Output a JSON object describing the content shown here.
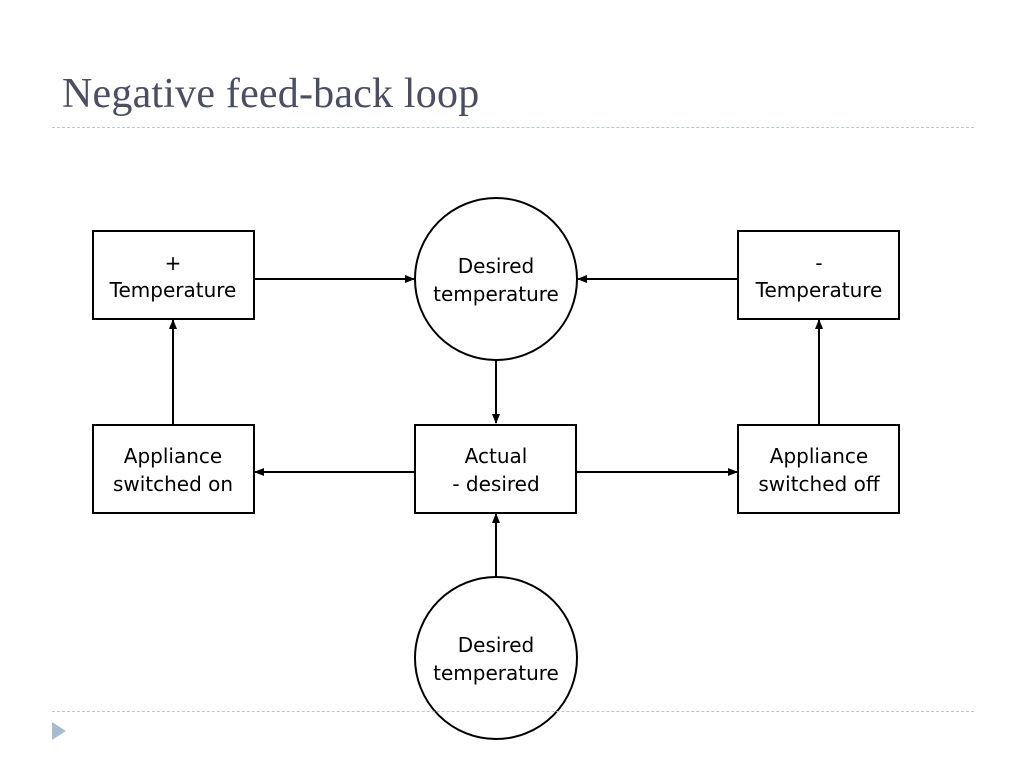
{
  "slide": {
    "title": "Negative feed-back loop"
  },
  "diagram": {
    "nodes": {
      "plus_temperature": {
        "line1": "+",
        "line2": "Temperature"
      },
      "desired_temperature_top": {
        "line1": "Desired",
        "line2": "temperature"
      },
      "minus_temperature": {
        "line1": "-",
        "line2": "Temperature"
      },
      "appliance_on": {
        "line1": "Appliance",
        "line2": "switched on"
      },
      "actual_minus_desired": {
        "line1": "Actual",
        "line2": "- desired"
      },
      "appliance_off": {
        "line1": "Appliance",
        "line2": "switched off"
      },
      "desired_temperature_bottom": {
        "line1": "Desired",
        "line2": "temperature"
      }
    },
    "edges": [
      {
        "from": "plus_temperature",
        "to": "desired_temperature_top"
      },
      {
        "from": "minus_temperature",
        "to": "desired_temperature_top"
      },
      {
        "from": "desired_temperature_top",
        "to": "actual_minus_desired"
      },
      {
        "from": "actual_minus_desired",
        "to": "appliance_on"
      },
      {
        "from": "actual_minus_desired",
        "to": "appliance_off"
      },
      {
        "from": "appliance_on",
        "to": "plus_temperature"
      },
      {
        "from": "appliance_off",
        "to": "minus_temperature"
      },
      {
        "from": "desired_temperature_bottom",
        "to": "actual_minus_desired"
      }
    ]
  }
}
